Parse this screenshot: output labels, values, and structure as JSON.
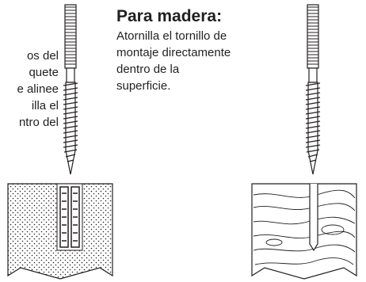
{
  "left_instructions": {
    "lines": [
      "os del",
      "quete",
      "e alinee",
      "illa el",
      "ntro del"
    ]
  },
  "wood_instructions": {
    "heading": "Para madera:",
    "lines": [
      "Atornilla el tornillo de",
      "montaje directamente",
      "dentro de la",
      "superficie."
    ]
  },
  "colors": {
    "ink": "#231f20",
    "background": "#ffffff"
  }
}
